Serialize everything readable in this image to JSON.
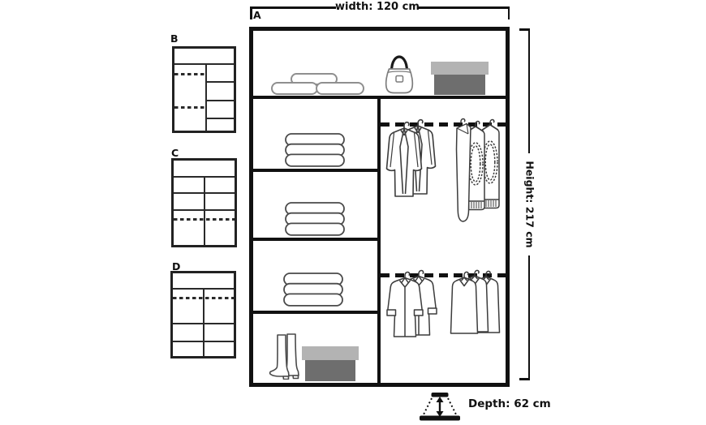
{
  "diagram_a": {
    "label": "A",
    "width_label": "width: 120 cm",
    "height_label": "Height: 217 cm",
    "depth_label": "Depth: 62 cm",
    "layout": {
      "top_shelf": true,
      "left_column_compartments": 4,
      "right_column_hanging_rails": 2
    },
    "items": {
      "top_shelf": [
        "folded-duvets",
        "handbag",
        "storage-box"
      ],
      "left_column": [
        "folded-clothes-stack",
        "folded-clothes-stack",
        "folded-clothes-stack",
        "boots-and-shoe-box"
      ],
      "right_column_upper_rail": [
        "jackets",
        "long-garment",
        "sweaters"
      ],
      "right_column_lower_rail": [
        "coats",
        "shirts"
      ]
    }
  },
  "variants": [
    {
      "label": "B",
      "layout": "top shelf; left column with 2 hanging rails; right column with 4 shelves"
    },
    {
      "label": "C",
      "layout": "top shelf; 2 shelf rows split left/right; full-width hanging rail; tall bottom compartments"
    },
    {
      "label": "D",
      "layout": "top shelf; hanging rail section; 2 bottom shelf rows split left/right"
    }
  ],
  "icons": [
    "depth-arrow-icon",
    "handbag-icon",
    "storage-box-icon",
    "folded-duvet-icon",
    "folded-clothes-icon",
    "jacket-icon",
    "sweater-icon",
    "long-garment-icon",
    "coat-icon",
    "shirt-icon",
    "boots-icon",
    "hanging-rail"
  ],
  "colors": {
    "outline": "#111111",
    "mini_outline": "#2a2a2a",
    "garment_stroke": "#4a4a4a",
    "duvet_stroke": "#8f8f8f",
    "box_lid": "#b3b3b3",
    "box_body": "#6e6e6e",
    "background": "#ffffff"
  }
}
